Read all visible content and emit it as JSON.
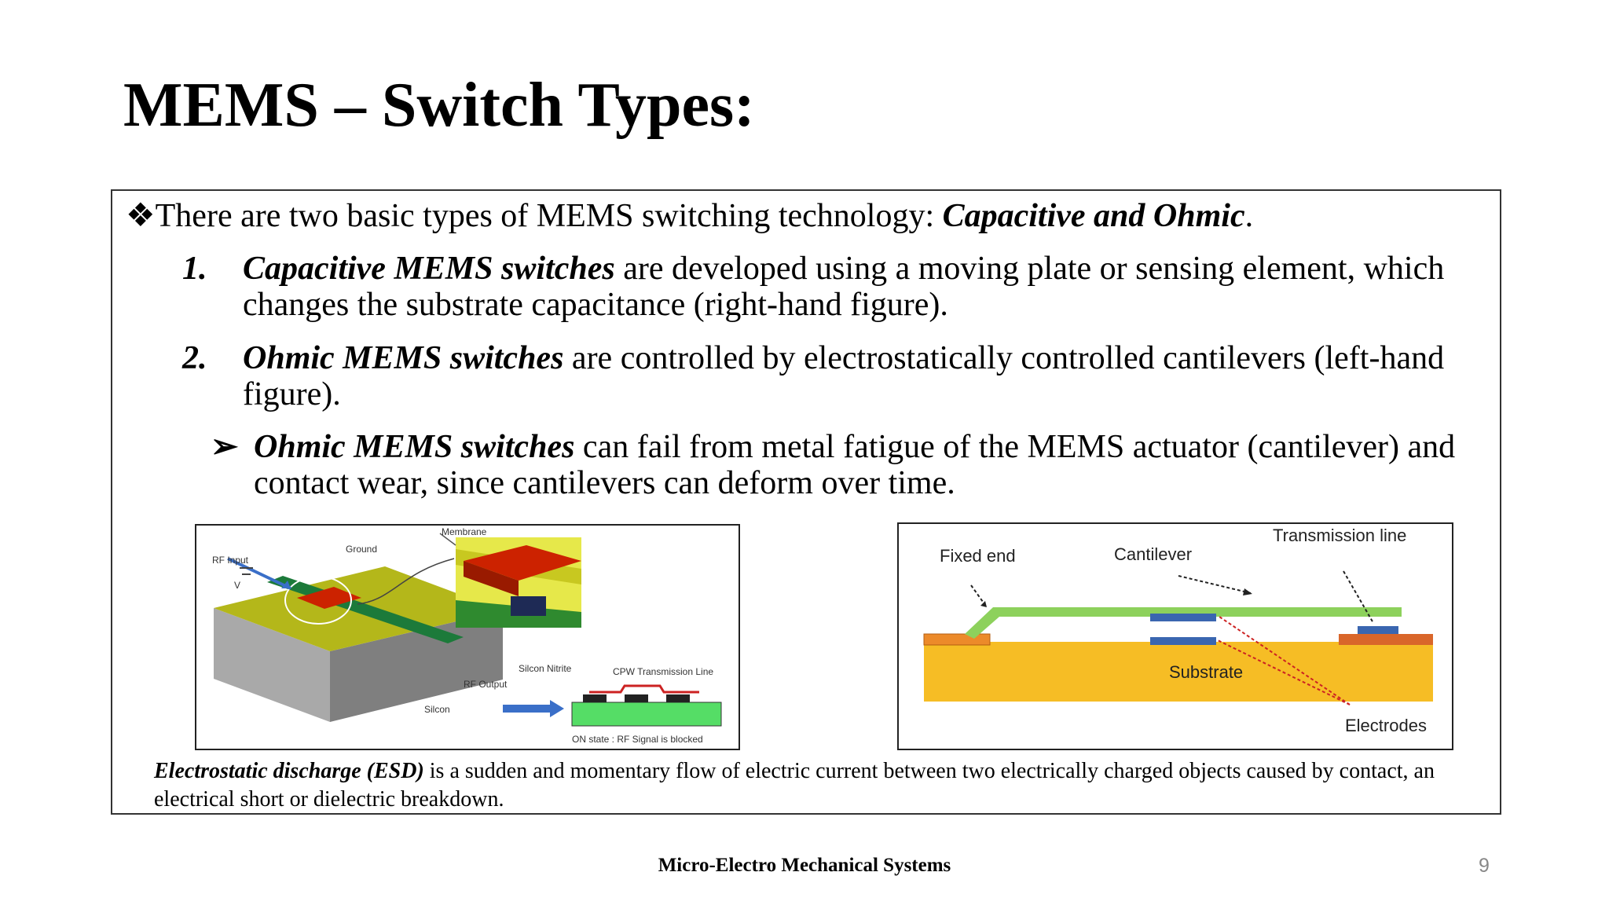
{
  "slide": {
    "title": "MEMS – Switch Types:",
    "intro": {
      "bullet": "❖",
      "text": "There are two basic types of MEMS switching technology: ",
      "emphasis": "Capacitive and Ohmic",
      "end": "."
    },
    "items": [
      {
        "number": "1.",
        "emphasis": "Capacitive MEMS switches",
        "line1": " are developed using a moving plate or sensing element, which",
        "line2": "changes the substrate capacitance (right-hand figure)."
      },
      {
        "number": "2.",
        "emphasis": "Ohmic MEMS switches",
        "line1": " are controlled by electrostatically controlled cantilevers (left-hand",
        "line2": "figure)."
      }
    ],
    "sub_bullet": {
      "marker": "➢",
      "emphasis": "Ohmic MEMS switches",
      "line1": " can fail from metal fatigue of the MEMS actuator (cantilever) and",
      "line2": "contact wear, since cantilevers can deform over time."
    },
    "left_figure": {
      "labels": {
        "membrane": "Membrane",
        "ground": "Ground",
        "rf_input": "RF Input",
        "v": "V",
        "silicon_nitrite": "Silcon Nitrite",
        "cpw": "CPW Transmission Line",
        "rf_output": "RF Output",
        "silicon": "Silcon",
        "on_state": "ON state : RF Signal is blocked"
      }
    },
    "right_figure": {
      "labels": {
        "fixed_end": "Fixed end",
        "cantilever": "Cantilever",
        "transmission_line": "Transmission line",
        "substrate": "Substrate",
        "electrodes": "Electrodes"
      }
    },
    "note": {
      "emphasis": "Electrostatic discharge (ESD)",
      "text": " is a sudden and momentary flow of electric current between two electrically charged objects caused by contact, an electrical short or dielectric breakdown."
    },
    "footer": "Micro-Electro Mechanical Systems",
    "page_number": "9"
  }
}
